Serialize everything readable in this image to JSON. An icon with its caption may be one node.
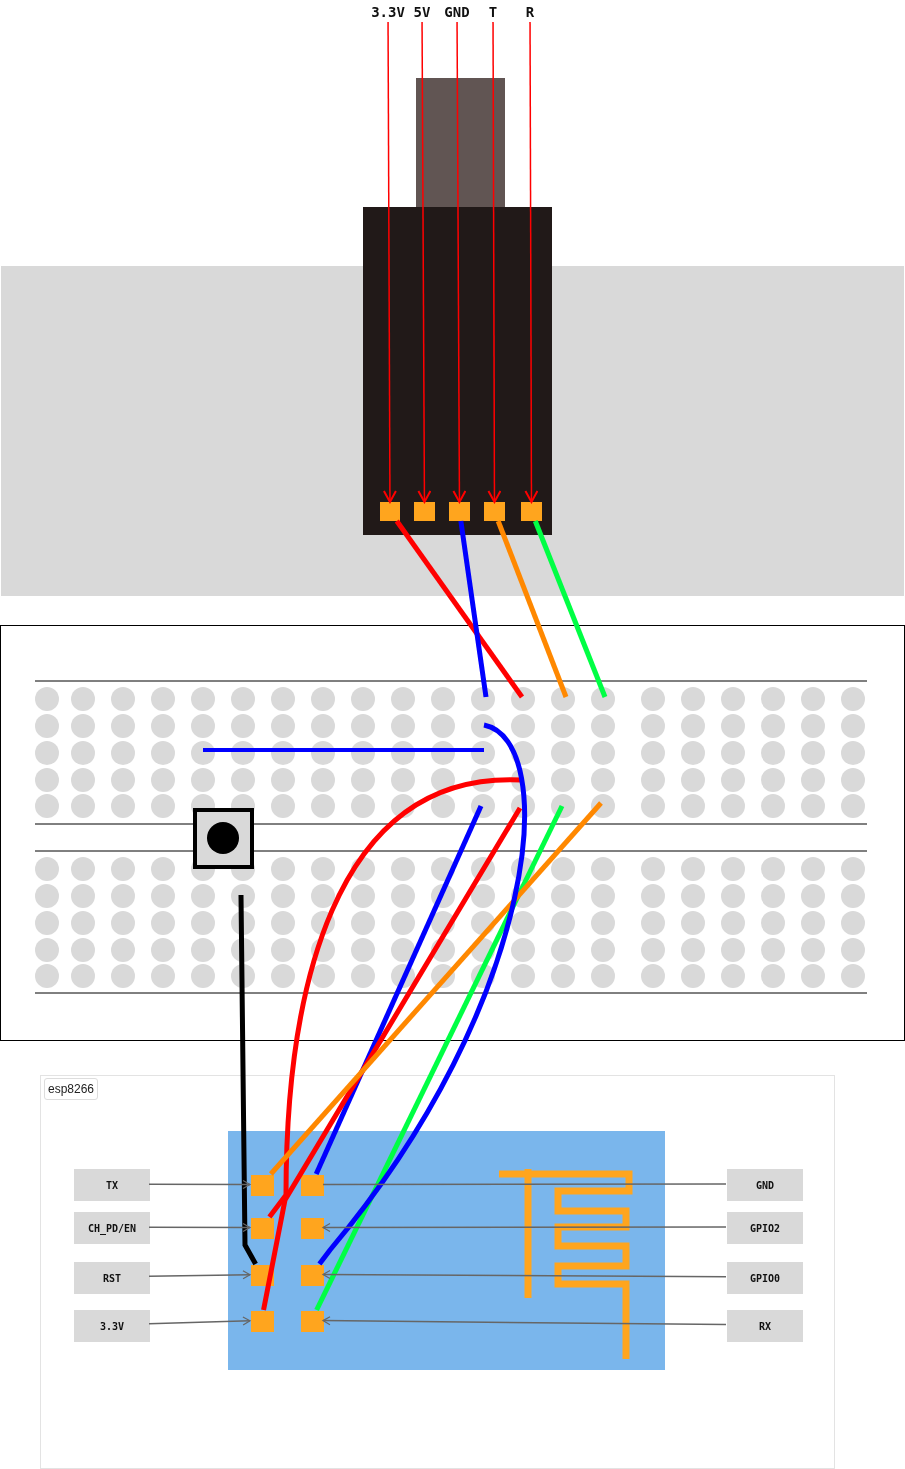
{
  "diagram": {
    "nodes": [
      {
        "text": [
          "3.3V"
        ]
      },
      {
        "text": [
          "5V"
        ]
      },
      {
        "text": [
          "GND"
        ]
      },
      {
        "text": [
          "T"
        ]
      },
      {
        "text": [
          "R"
        ]
      },
      {
        "text": [],
        "shape": "box"
      },
      {
        "text": [],
        "shape": "box",
        "in": 5
      },
      {
        "text": [],
        "shape": "box",
        "in": 5
      },
      {
        "text": [],
        "shape": "box",
        "in": 5
      },
      {
        "text": [],
        "shape": "box",
        "in": 5
      },
      {
        "text": [],
        "shape": "box",
        "in": 5
      },
      {
        "text": [],
        "shape": "box"
      },
      {
        "text": [
          "esp8266"
        ]
      },
      {
        "text": [],
        "shape": "box",
        "in": 12
      },
      {
        "text": [],
        "shape": "box",
        "in": 13
      },
      {
        "text": [],
        "shape": "box",
        "in": 13
      },
      {
        "text": [],
        "shape": "box",
        "in": 13
      },
      {
        "text": [],
        "shape": "box",
        "in": 13
      },
      {
        "text": [],
        "shape": "box",
        "in": 13
      },
      {
        "text": [],
        "shape": "box",
        "in": 13
      },
      {
        "text": [],
        "shape": "box",
        "in": 13
      },
      {
        "text": [],
        "shape": "box",
        "in": 13
      },
      {
        "text": [
          "TX"
        ],
        "in": 12
      },
      {
        "text": [
          "GND"
        ],
        "in": 12
      },
      {
        "text": [
          "CH_PD/EN"
        ],
        "in": 12
      },
      {
        "text": [
          "GPIO2"
        ],
        "in": 12
      },
      {
        "text": [
          "RST"
        ],
        "in": 12
      },
      {
        "text": [
          "GPIO0"
        ],
        "in": 12
      },
      {
        "text": [
          "3.3V"
        ],
        "in": 12
      },
      {
        "text": [
          "RX"
        ],
        "in": 12
      }
    ],
    "edges": [
      {
        "from": 0,
        "to": 6,
        "arrow": "to",
        "color": "#ff0000"
      },
      {
        "from": 1,
        "to": 7,
        "arrow": "to",
        "color": "#ff0000"
      },
      {
        "from": 2,
        "to": 8,
        "arrow": "to",
        "color": "#ff0000"
      },
      {
        "from": 3,
        "to": 9,
        "arrow": "to",
        "color": "#ff0000"
      },
      {
        "from": 4,
        "to": 10,
        "arrow": "to",
        "color": "#ff0000"
      },
      {
        "from": 6,
        "to": 11,
        "arrow": "none",
        "style": "thick",
        "color": "#ff0000"
      },
      {
        "from": 8,
        "to": 11,
        "arrow": "none",
        "style": "thick",
        "color": "#0000ff"
      },
      {
        "from": 9,
        "to": 11,
        "arrow": "none",
        "style": "thick",
        "color": "#ff8800"
      },
      {
        "from": 10,
        "to": 11,
        "arrow": "none",
        "style": "thick",
        "color": "#00ff44"
      },
      {
        "from": 11,
        "to": 18,
        "arrow": "none",
        "style": "thick",
        "color": "#000000"
      },
      {
        "from": 11,
        "to": 16,
        "arrow": "none",
        "style": "thick",
        "color": "#ff0000"
      },
      {
        "from": 11,
        "to": 15,
        "arrow": "none",
        "style": "thick",
        "color": "#0000ff"
      },
      {
        "from": 11,
        "to": 20,
        "arrow": "none",
        "style": "thick",
        "color": "#ff0000"
      },
      {
        "from": 11,
        "to": 21,
        "arrow": "none",
        "style": "thick",
        "color": "#00ff44"
      },
      {
        "from": 11,
        "to": 14,
        "arrow": "none",
        "style": "thick",
        "color": "#ff8800"
      },
      {
        "from": 11,
        "to": 19,
        "arrow": "none",
        "style": "thick",
        "color": "#0000ff"
      },
      {
        "from": 22,
        "to": 14,
        "arrow": "to",
        "color": "#666666"
      },
      {
        "from": 24,
        "to": 16,
        "arrow": "to",
        "color": "#666666"
      },
      {
        "from": 26,
        "to": 18,
        "arrow": "to",
        "color": "#666666"
      },
      {
        "from": 28,
        "to": 20,
        "arrow": "to",
        "color": "#666666"
      },
      {
        "from": 23,
        "to": 15,
        "arrow": "none",
        "color": "#666666"
      },
      {
        "from": 25,
        "to": 17,
        "arrow": "to",
        "color": "#666666"
      },
      {
        "from": 27,
        "to": 19,
        "arrow": "to",
        "color": "#666666"
      },
      {
        "from": 29,
        "to": 21,
        "arrow": "to",
        "color": "#666666"
      }
    ]
  }
}
